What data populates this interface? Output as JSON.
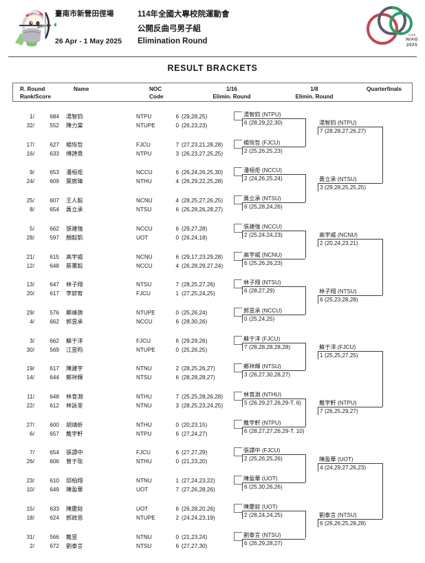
{
  "header": {
    "venue": "臺南市新營田徑場",
    "dates": "26 Apr - 1 May 2025",
    "event_title": "114年全國大專校院運動會",
    "event_category": "公開反曲弓男子組",
    "round_name": "Elimination Round",
    "logo_text": "NIAG",
    "logo_year": "2025",
    "logo_tiny": "CJCE",
    "mascot_alt": "archer-mascot"
  },
  "page_title": "RESULT BRACKETS",
  "columns": {
    "rank_l1": "R. Round",
    "rank_l2": "Rank/Score",
    "name": "Name",
    "noc_l1": "NOC",
    "noc_l2": "Code",
    "r16_l1": "1/16",
    "r16_l2": "Elimin. Round",
    "r8_l1": "1/8",
    "r8_l2": "Elimin. Round",
    "qf": "Quarterfinals"
  },
  "athletes": [
    {
      "rank": "1/",
      "score": "684",
      "name": "湯智鈞",
      "noc": "NTPU",
      "pts": "6",
      "ends": "(29,28,25)"
    },
    {
      "rank": "32/",
      "score": "552",
      "name": "陳力棠",
      "noc": "NTUPE",
      "pts": "0",
      "ends": "(26,23,23)"
    },
    {
      "rank": "17/",
      "score": "627",
      "name": "楊恢哲",
      "noc": "FJCU",
      "pts": "7",
      "ends": "(27,23,21,28,28)"
    },
    {
      "rank": "16/",
      "score": "633",
      "name": "傅詩貴",
      "noc": "NTPU",
      "pts": "3",
      "ends": "(26,23,27,25,25)"
    },
    {
      "rank": "9/",
      "score": "653",
      "name": "潘桓炬",
      "noc": "NCCU",
      "pts": "6",
      "ends": "(26,24,26,25,30)"
    },
    {
      "rank": "24/",
      "score": "609",
      "name": "葉宸瑋",
      "noc": "NTHU",
      "pts": "4",
      "ends": "(26,29,22,25,28)"
    },
    {
      "rank": "25/",
      "score": "607",
      "name": "王人毅",
      "noc": "NCNU",
      "pts": "4",
      "ends": "(28,25,27,26,25)"
    },
    {
      "rank": "8/",
      "score": "654",
      "name": "黃立承",
      "noc": "NTSU",
      "pts": "6",
      "ends": "(26,28,26,28,27)"
    },
    {
      "rank": "5/",
      "score": "662",
      "name": "張建強",
      "noc": "NCCU",
      "pts": "6",
      "ends": "(29,27,28)"
    },
    {
      "rank": "28/",
      "score": "597",
      "name": "顏毅凱",
      "noc": "UOT",
      "pts": "0",
      "ends": "(26,24,18)"
    },
    {
      "rank": "21/",
      "score": "615",
      "name": "高宇威",
      "noc": "NCNU",
      "pts": "6",
      "ends": "(29,17,23,29,28)"
    },
    {
      "rank": "12/",
      "score": "648",
      "name": "蔡薰毅",
      "noc": "NCCU",
      "pts": "4",
      "ends": "(26,28,29,27,24)"
    },
    {
      "rank": "13/",
      "score": "647",
      "name": "林子翔",
      "noc": "NTSU",
      "pts": "7",
      "ends": "(28,25,27,26)"
    },
    {
      "rank": "20/",
      "score": "617",
      "name": "李諺宥",
      "noc": "FJCU",
      "pts": "1",
      "ends": "(27,25,24,25)"
    },
    {
      "rank": "29/",
      "score": "576",
      "name": "鄭峰旗",
      "noc": "NTUPE",
      "pts": "0",
      "ends": "(25,26,24)"
    },
    {
      "rank": "4/",
      "score": "662",
      "name": "郭昱承",
      "noc": "NCCU",
      "pts": "6",
      "ends": "(28,30,26)"
    },
    {
      "rank": "3/",
      "score": "662",
      "name": "蘇于洋",
      "noc": "FJCU",
      "pts": "6",
      "ends": "(29,29,26)"
    },
    {
      "rank": "30/",
      "score": "569",
      "name": "江昱昀",
      "noc": "NTUPE",
      "pts": "0",
      "ends": "(25,26,25)"
    },
    {
      "rank": "19/",
      "score": "617",
      "name": "陳建宇",
      "noc": "NTNU",
      "pts": "2",
      "ends": "(28,25,26,27)"
    },
    {
      "rank": "14/",
      "score": "644",
      "name": "鄭祥輝",
      "noc": "NTSU",
      "pts": "6",
      "ends": "(28,28,28,27)"
    },
    {
      "rank": "11/",
      "score": "648",
      "name": "林育淵",
      "noc": "NTHU",
      "pts": "7",
      "ends": "(25,25,28,26,28)"
    },
    {
      "rank": "22/",
      "score": "612",
      "name": "林詠荃",
      "noc": "NTNU",
      "pts": "3",
      "ends": "(28,25,23,24,25)"
    },
    {
      "rank": "27/",
      "score": "600",
      "name": "胡靖昕",
      "noc": "NTHU",
      "pts": "0",
      "ends": "(20,23,15)"
    },
    {
      "rank": "6/",
      "score": "657",
      "name": "戴宇軒",
      "noc": "NTPU",
      "pts": "6",
      "ends": "(27,24,27)"
    },
    {
      "rank": "7/",
      "score": "654",
      "name": "張譚中",
      "noc": "FJCU",
      "pts": "6",
      "ends": "(27,27,29)"
    },
    {
      "rank": "26/",
      "score": "606",
      "name": "曾于琁",
      "noc": "NTHU",
      "pts": "0",
      "ends": "(21,23,20)"
    },
    {
      "rank": "23/",
      "score": "610",
      "name": "邱柏翔",
      "noc": "NTNU",
      "pts": "1",
      "ends": "(27,24,23,22)"
    },
    {
      "rank": "10/",
      "score": "649",
      "name": "陳盈華",
      "noc": "UOT",
      "pts": "7",
      "ends": "(27,26,28,26)"
    },
    {
      "rank": "15/",
      "score": "633",
      "name": "陳慶銓",
      "noc": "UOT",
      "pts": "6",
      "ends": "(26,28,20,26)"
    },
    {
      "rank": "18/",
      "score": "624",
      "name": "郭政恩",
      "noc": "NTUPE",
      "pts": "2",
      "ends": "(24,24,23,19)"
    },
    {
      "rank": "31/",
      "score": "566",
      "name": "戴昱",
      "noc": "NTNU",
      "pts": "0",
      "ends": "(21,23,24)"
    },
    {
      "rank": "2/",
      "score": "672",
      "name": "劉泰言",
      "noc": "NTSU",
      "pts": "6",
      "ends": "(27,27,30)"
    }
  ],
  "round16": [
    {
      "name": "湯智鈞",
      "noc": "(NTPU)",
      "pts": "6",
      "ends": "(28,29,22,30)"
    },
    {
      "name": "楊恢哲",
      "noc": "(FJCU)",
      "pts": "2",
      "ends": "(25,26,25,23)"
    },
    {
      "name": "潘桓炬",
      "noc": "(NCCU)",
      "pts": "2",
      "ends": "(24,26,25,24)"
    },
    {
      "name": "黃立承",
      "noc": "(NTSU)",
      "pts": "6",
      "ends": "(25,28,24,26)"
    },
    {
      "name": "張建強",
      "noc": "(NCCU)",
      "pts": "2",
      "ends": "(25,24,24,23)"
    },
    {
      "name": "高宇威",
      "noc": "(NCNU)",
      "pts": "6",
      "ends": "(25,26,26,23)"
    },
    {
      "name": "林子翔",
      "noc": "(NTSU)",
      "pts": "6",
      "ends": "(28,27,29)"
    },
    {
      "name": "郭昱承",
      "noc": "(NCCU)",
      "pts": "0",
      "ends": "(25,24,25)"
    },
    {
      "name": "蘇于洋",
      "noc": "(FJCU)",
      "pts": "7",
      "ends": "(28,28,28,28,28)"
    },
    {
      "name": "鄭祥輝",
      "noc": "(NTSU)",
      "pts": "3",
      "ends": "(26,27,30,28,27)"
    },
    {
      "name": "林育淵",
      "noc": "(NTHU)",
      "pts": "5",
      "ends": "(26,29,27,26,29-T. 6)"
    },
    {
      "name": "戴宇軒",
      "noc": "(NTPU)",
      "pts": "6",
      "ends": "(28,27,27,26,29-T. 10)"
    },
    {
      "name": "張譚中",
      "noc": "(FJCU)",
      "pts": "2",
      "ends": "(25,26,25,26)"
    },
    {
      "name": "陳盈華",
      "noc": "(UOT)",
      "pts": "6",
      "ends": "(25,30,26,26)"
    },
    {
      "name": "陳慶銓",
      "noc": "(UOT)",
      "pts": "2",
      "ends": "(28,24,24,25)"
    },
    {
      "name": "劉泰言",
      "noc": "(NTSU)",
      "pts": "6",
      "ends": "(26,29,28,27)"
    }
  ],
  "round8": [
    {
      "name": "湯智鈞",
      "noc": "(NTPU)",
      "pts": "7",
      "ends": "(28,28,27,26,27)"
    },
    {
      "name": "黃立承",
      "noc": "(NTSU)",
      "pts": "3",
      "ends": "(29,28,25,25,25)"
    },
    {
      "name": "高宇威",
      "noc": "(NCNU)",
      "pts": "2",
      "ends": "(20,24,23,21)"
    },
    {
      "name": "林子翔",
      "noc": "(NTSU)",
      "pts": "6",
      "ends": "(25,23,28,28)"
    },
    {
      "name": "蘇于洋",
      "noc": "(FJCU)",
      "pts": "1",
      "ends": "(25,25,27,25)"
    },
    {
      "name": "戴宇軒",
      "noc": "(NTPU)",
      "pts": "7",
      "ends": "(26,25,29,27)"
    },
    {
      "name": "陳盈華",
      "noc": "(UOT)",
      "pts": "4",
      "ends": "(24,29,27,26,23)"
    },
    {
      "name": "劉泰言",
      "noc": "(NTSU)",
      "pts": "6",
      "ends": "(26,26,25,28,28)"
    }
  ]
}
